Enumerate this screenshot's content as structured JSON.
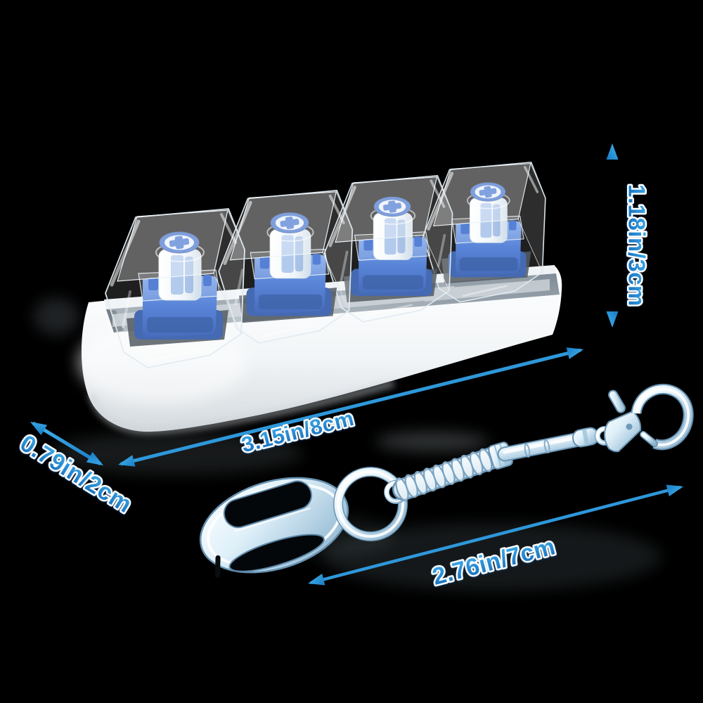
{
  "scene": {
    "background_color": "#000000"
  },
  "product": {
    "switch_count": 4,
    "base_color": "#f5f8fa",
    "tray_color": "#97a2ab",
    "switch_color": "#3e6cc8",
    "keycap_cross_color": "#2f62c6"
  },
  "keychain": {
    "metal_color": "#bcd6e8"
  },
  "dimensions": {
    "accent_color": "#2196dd",
    "arrow_color": "#2aa0e0",
    "height": {
      "label": "1.18in/3cm"
    },
    "length": {
      "label": "3.15in/8cm"
    },
    "depth": {
      "label": "0.79in/2cm"
    },
    "keychain_length": {
      "label": "2.76in/7cm"
    }
  }
}
